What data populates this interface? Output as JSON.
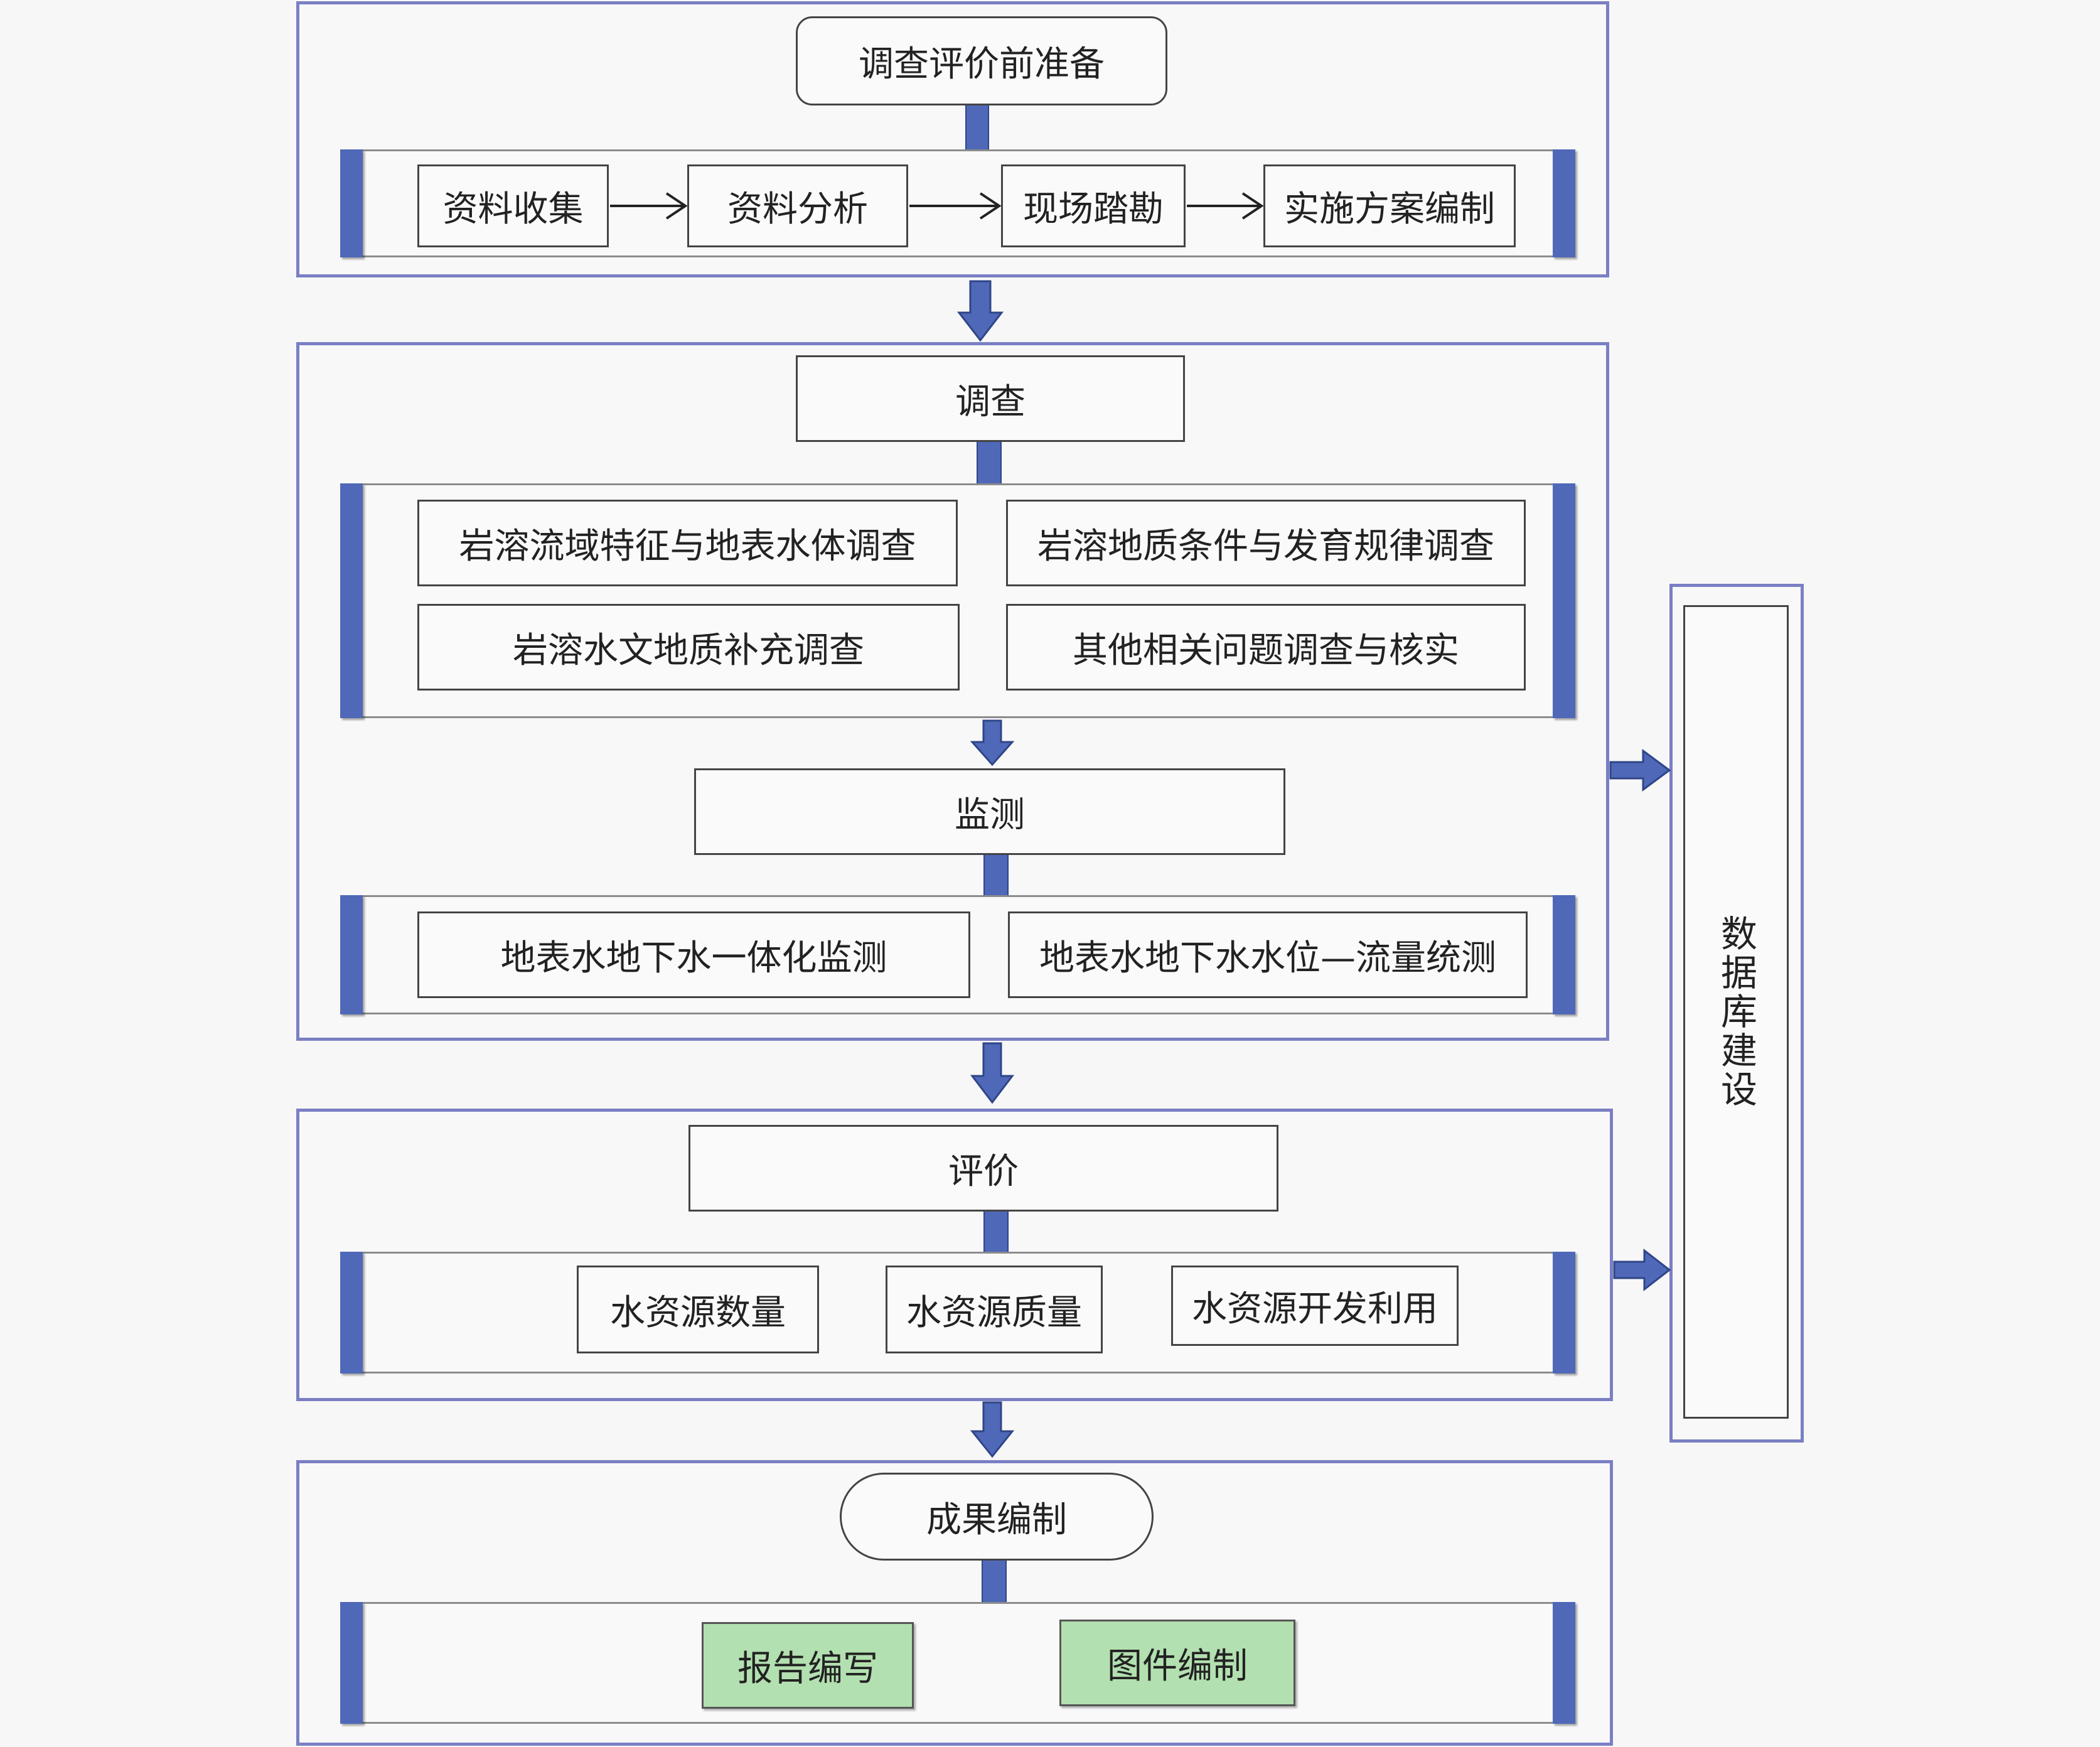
{
  "sections": {
    "prep": {
      "title": "调查评价前准备",
      "steps": [
        "资料收集",
        "资料分析",
        "现场踏勘",
        "实施方案编制"
      ]
    },
    "survey": {
      "title": "调查",
      "items": [
        "岩溶流域特征与地表水体调查",
        "岩溶地质条件与发育规律调查",
        "岩溶水文地质补充调查",
        "其他相关问题调查与核实"
      ]
    },
    "monitor": {
      "title": "监测",
      "items": [
        "地表水地下水一体化监测",
        "地表水地下水水位—流量统测"
      ]
    },
    "evaluate": {
      "title": "评价",
      "items": [
        "水资源数量",
        "水资源质量",
        "水资源开发利用"
      ]
    },
    "output": {
      "title": "成果编制",
      "items": [
        "报告编写",
        "图件编制"
      ]
    }
  },
  "database": {
    "label": "数据库建设"
  },
  "colors": {
    "accent": "#4f68b8",
    "section_border": "#7a7fc4",
    "green_box": "#b3e0b0"
  }
}
